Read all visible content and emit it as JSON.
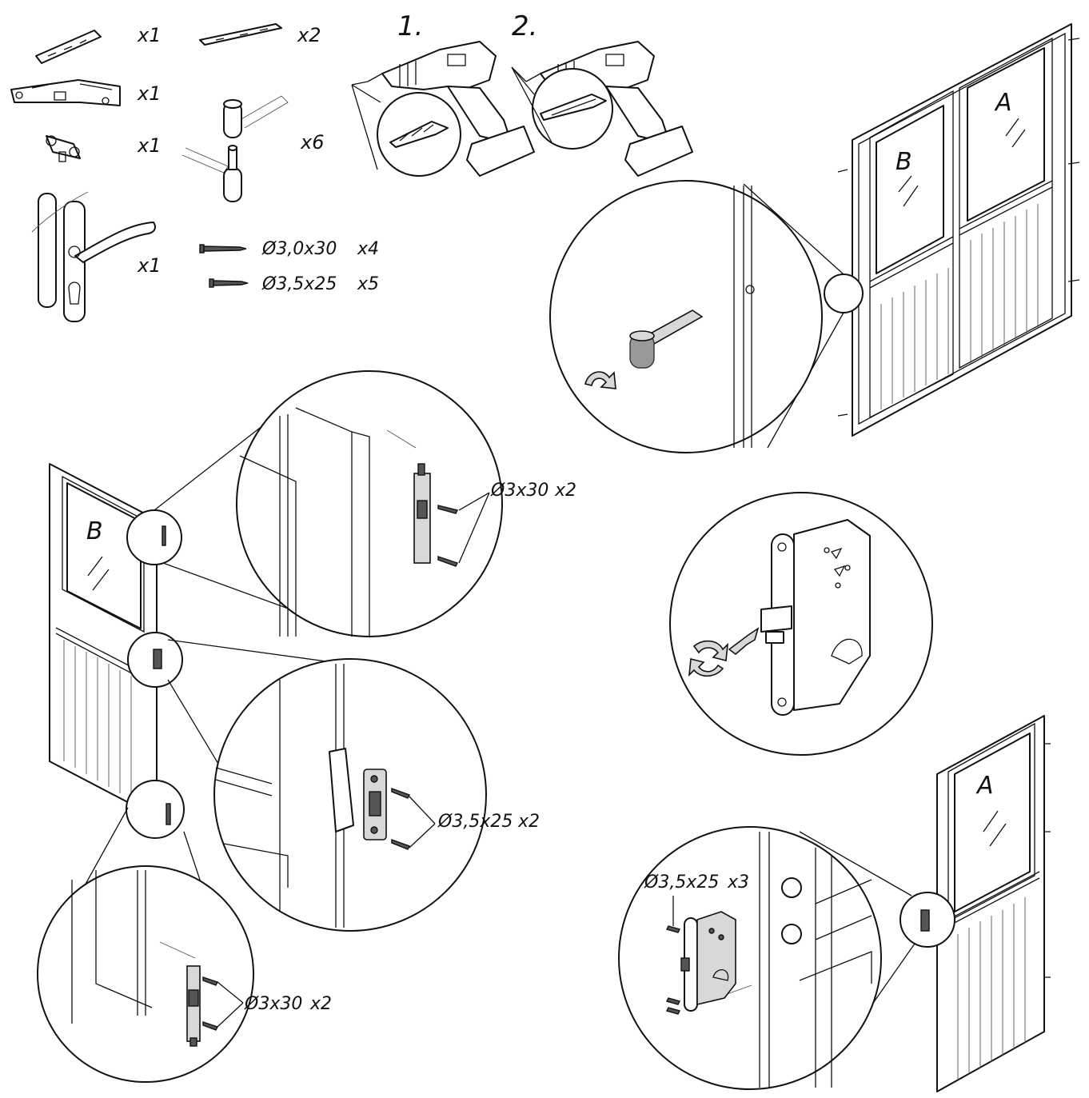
{
  "parts": {
    "items": [
      {
        "name": "flush-bolt-short",
        "qty": "x1"
      },
      {
        "name": "flush-bolt-long",
        "qty": "x2"
      },
      {
        "name": "lock-body",
        "qty": "x1"
      },
      {
        "name": "cylinder-lock",
        "qty": "x1"
      },
      {
        "name": "hinge-pin",
        "qty": "x6"
      },
      {
        "name": "handle-set",
        "qty": "x1"
      }
    ],
    "screws": [
      {
        "size": "Ø3,0x30",
        "qty": "x4"
      },
      {
        "size": "Ø3,5x25",
        "qty": "x5"
      }
    ]
  },
  "tools": {
    "step1": "1.",
    "step2": "2."
  },
  "doors": {
    "a": "A",
    "b": "B"
  },
  "callouts": {
    "top_bolt_size": "Ø3x30",
    "top_bolt_qty": "x2",
    "strike_size": "Ø3,5x25",
    "strike_qty": "x2",
    "bottom_bolt_size": "Ø3x30",
    "bottom_bolt_qty": "x2",
    "lock_size": "Ø3,5x25",
    "lock_qty": "x3"
  },
  "icons": [
    "drill-bit-icon",
    "screwdriver-bit-icon",
    "rotate-arrow-icon",
    "reverse-latch-arrow-icon"
  ]
}
